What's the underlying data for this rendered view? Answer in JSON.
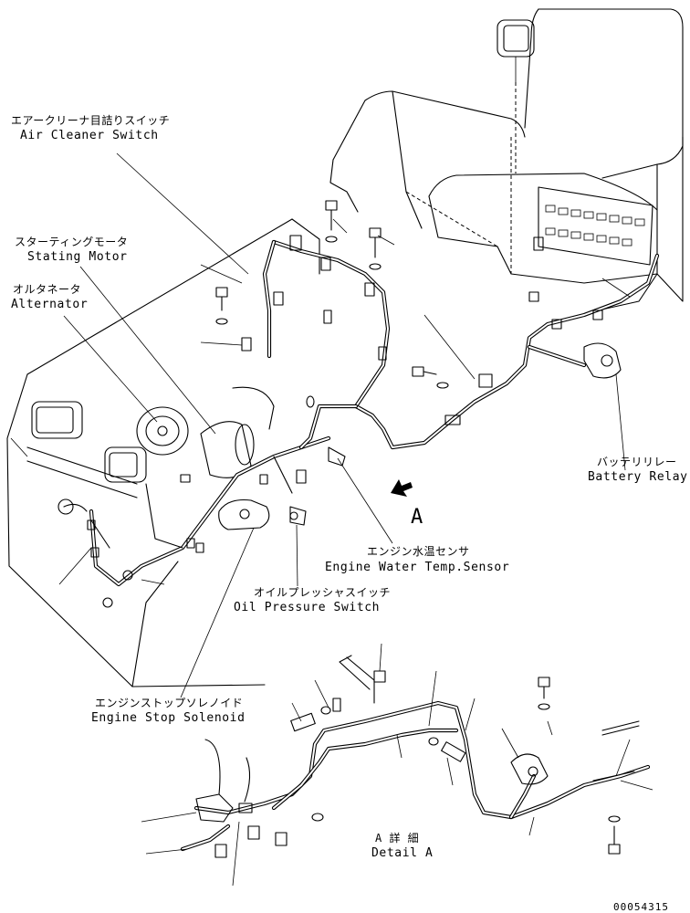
{
  "labels": {
    "air_cleaner_switch": {
      "jp": "エアークリーナ目詰りスイッチ",
      "en": "Air Cleaner Switch"
    },
    "starting_motor": {
      "jp": "スターティングモータ",
      "en": "Stating Motor"
    },
    "alternator": {
      "jp": "オルタネータ",
      "en": "Alternator"
    },
    "battery_relay": {
      "jp": "バッテリリレー",
      "en": "Battery Relay"
    },
    "engine_water_temp_sensor": {
      "jp": "エンジン水温センサ",
      "en": "Engine Water Temp.Sensor"
    },
    "oil_pressure_switch": {
      "jp": "オイルプレッシャスイッチ",
      "en": "Oil Pressure Switch"
    },
    "engine_stop_solenoid": {
      "jp": "エンジンストップソレノイド",
      "en": "Engine Stop Solenoid"
    },
    "view_arrow": "A",
    "detail_a": {
      "jp": "A 詳 細",
      "en": "Detail A"
    }
  },
  "drawing_number": "00054315"
}
